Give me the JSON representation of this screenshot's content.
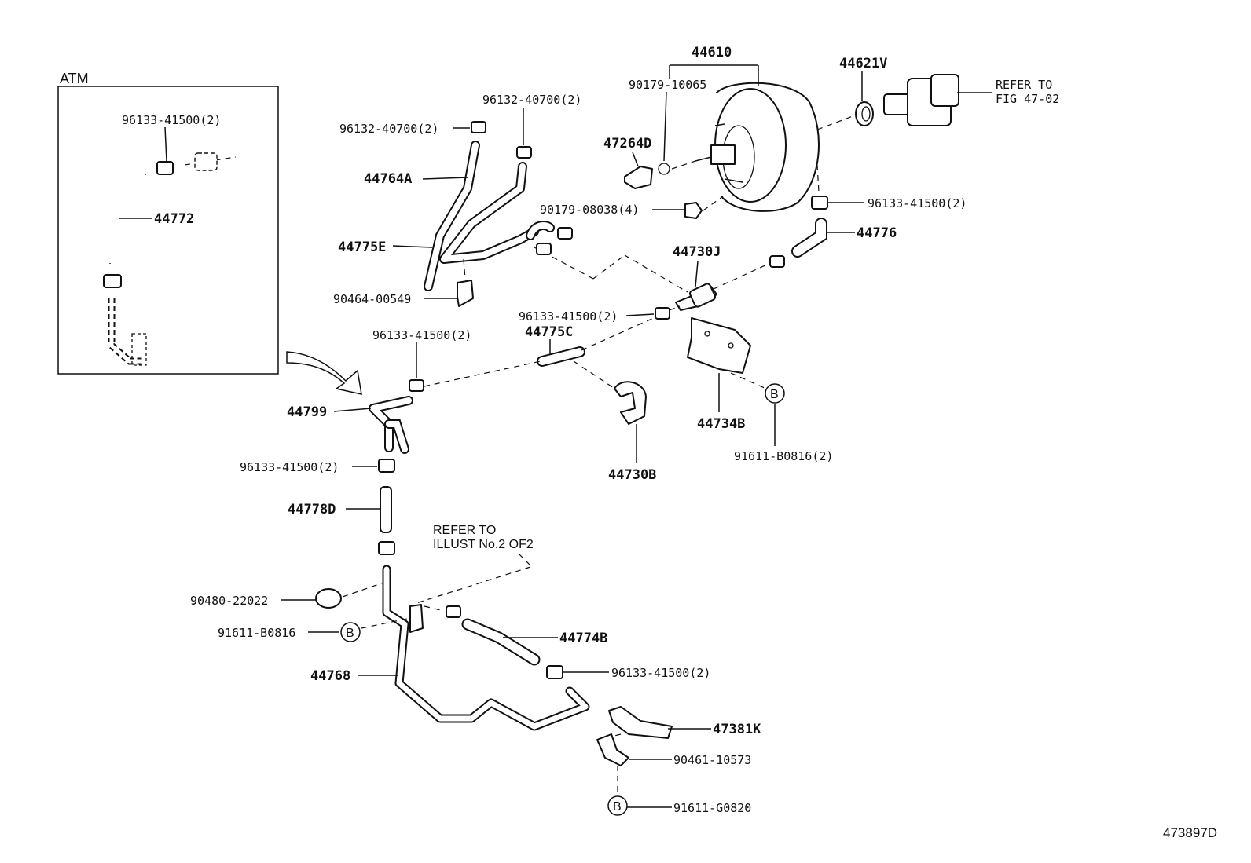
{
  "atm_label": "ATM",
  "refer_fig": [
    "REFER TO",
    "FIG 47-02"
  ],
  "refer_illust": [
    "REFER TO",
    "ILLUST No.2 OF2"
  ],
  "bolt_marker": "B",
  "diagram_id": "473897D",
  "parts": {
    "p44610": "44610",
    "p44621V": "44621V",
    "p90179_10065": "90179-10065",
    "p47264D": "47264D",
    "p90179_08038": "90179-08038(4)",
    "p96133_top_right": "96133-41500(2)",
    "p44776": "44776",
    "p44730J": "44730J",
    "p96132_top": "96132-40700(2)",
    "p96132_left": "96132-40700(2)",
    "p44764A": "44764A",
    "p44775E": "44775E",
    "p90464": "90464-00549",
    "p96133_mid": "96133-41500(2)",
    "p44775C": "44775C",
    "p96133_left": "96133-41500(2)",
    "p44799": "44799",
    "p96133_low": "96133-41500(2)",
    "p44778D": "44778D",
    "p90480": "90480-22022",
    "p91611_B0816": "91611-B0816",
    "p44768": "44768",
    "p44774B": "44774B",
    "p96133_bottom": "96133-41500(2)",
    "p47381K": "47381K",
    "p90461": "90461-10573",
    "p91611_G0820": "91611-G0820",
    "p44734B": "44734B",
    "p91611_B0816_2": "91611-B0816(2)",
    "p44730B": "44730B",
    "p96133_atm": "96133-41500(2)",
    "p44772": "44772"
  }
}
